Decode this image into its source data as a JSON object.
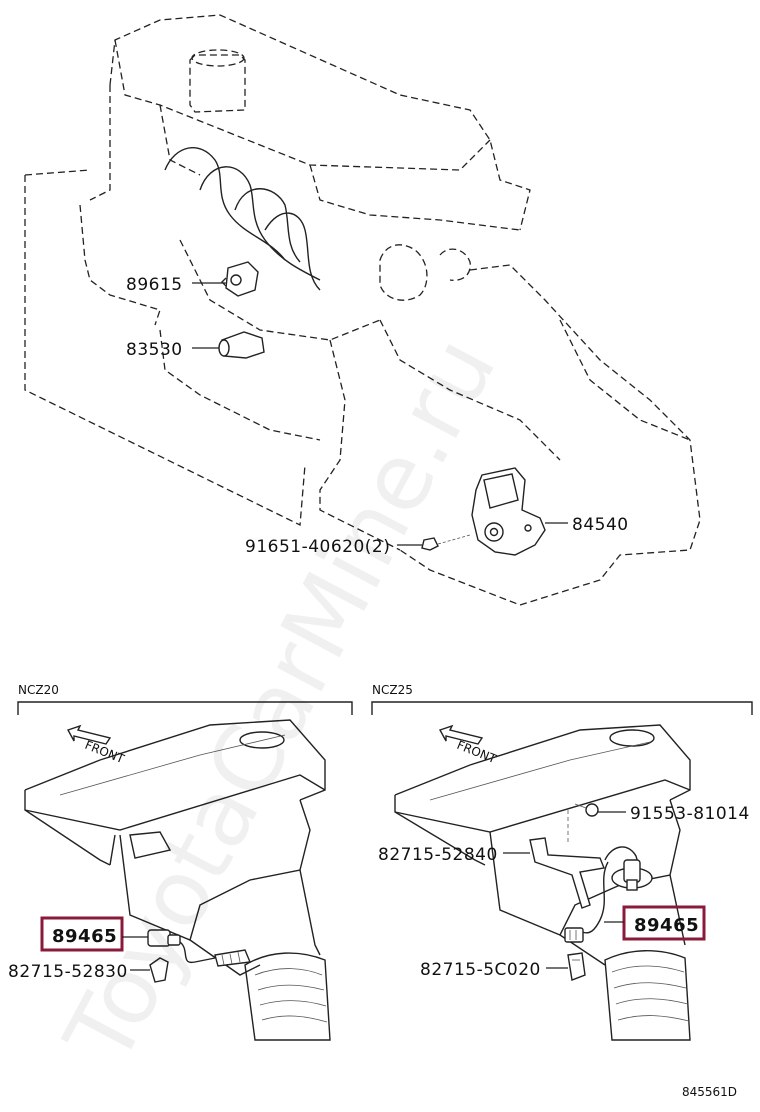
{
  "parts": {
    "p89615": "89615",
    "p83530": "83530",
    "p84540": "84540",
    "p91651": "91651-40620(2)",
    "p89465_left": "89465",
    "p82715_52830": "82715-52830",
    "p91553": "91553-81014",
    "p82715_52840": "82715-52840",
    "p89465_right": "89465",
    "p82715_5C020": "82715-5C020"
  },
  "sections": {
    "left_title": "NCZ20",
    "right_title": "NCZ25"
  },
  "front_label_left": "FRONT",
  "front_label_right": "FRONT",
  "diagram_code": "845561D",
  "watermark": "ToyotaCarMine.ru",
  "highlight_color": "#8b1a3a"
}
